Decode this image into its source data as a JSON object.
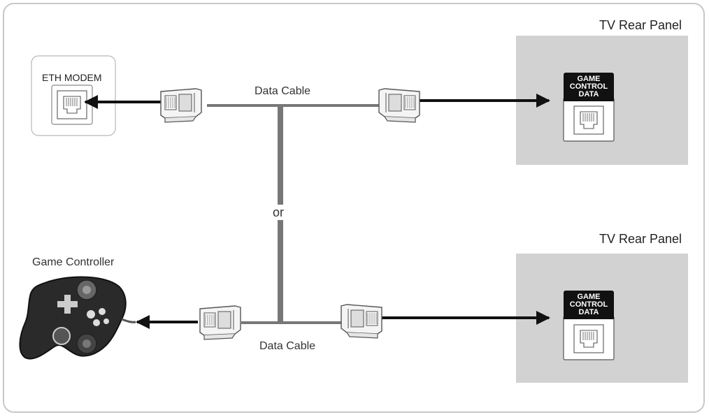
{
  "diagram": {
    "top_section": {
      "panel_title": "TV Rear Panel",
      "cable_label": "Data Cable",
      "source_label": "ETH MODEM",
      "port_label_lines": [
        "GAME",
        "CONTROL",
        "DATA"
      ]
    },
    "bottom_section": {
      "panel_title": "TV Rear Panel",
      "cable_label": "Data Cable",
      "source_label": "Game Controller",
      "port_label_lines": [
        "GAME",
        "CONTROL",
        "DATA"
      ]
    },
    "or_label": "or",
    "colors": {
      "panel_gray": "#d2d2d2",
      "frame_border": "#c8c8c8",
      "cable": "#777777",
      "arrow": "#111111",
      "badge": "#111111"
    }
  }
}
